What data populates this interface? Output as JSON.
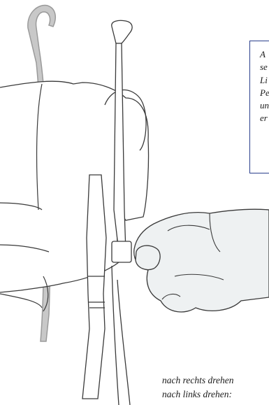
{
  "callout": {
    "lines": [
      "A",
      "se",
      "Li",
      "Pe",
      "un",
      "er"
    ]
  },
  "captions": {
    "turn_right": "nach rechts drehen",
    "turn_left": "nach links drehen:"
  },
  "colors": {
    "outline": "#3a3a3a",
    "gray_instrument": "#c8c8c8",
    "gray_instrument_stroke": "#9a9a9a",
    "hand_fill": "#eef1f2",
    "callout_border": "#2b3f8c"
  }
}
